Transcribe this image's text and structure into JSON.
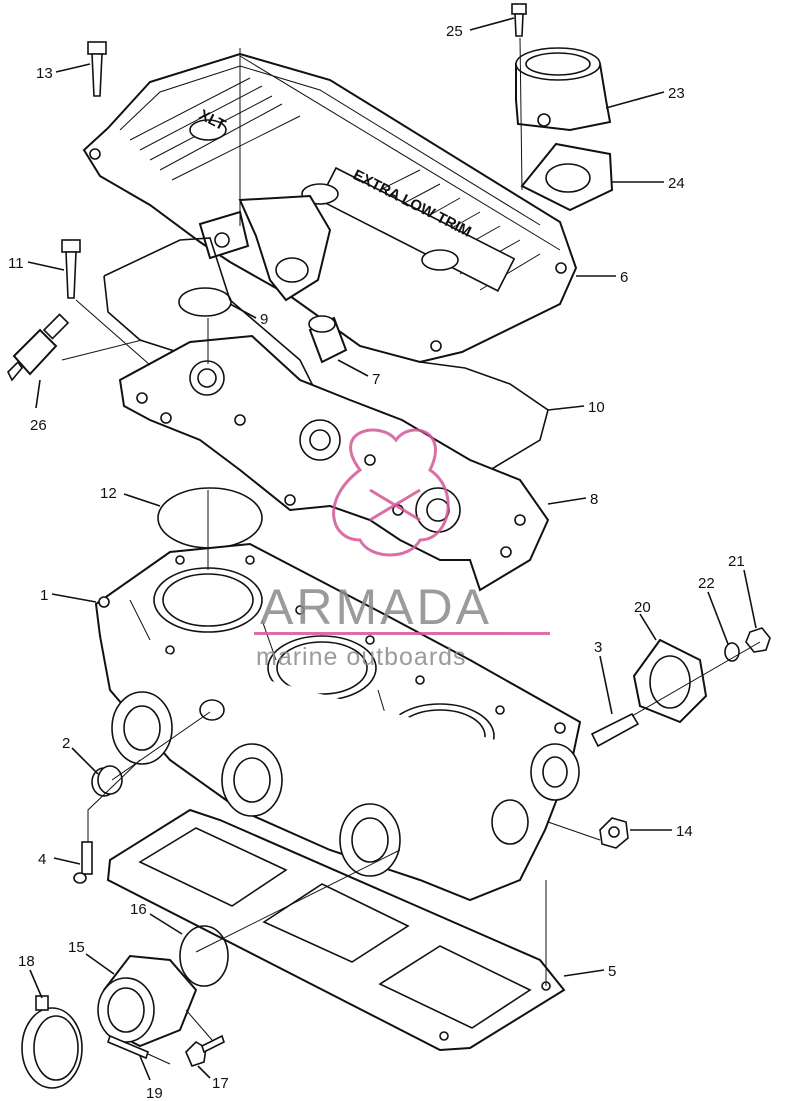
{
  "diagram": {
    "cover_text": "XLT",
    "cover_subtext": "EXTRA LOW TRIM",
    "callouts": [
      "1",
      "2",
      "3",
      "4",
      "5",
      "6",
      "7",
      "8",
      "9",
      "10",
      "11",
      "12",
      "13",
      "14",
      "15",
      "16",
      "17",
      "18",
      "19",
      "20",
      "21",
      "22",
      "23",
      "24",
      "25",
      "26"
    ]
  },
  "watermark": {
    "brand": "ARMADA",
    "tagline": "marine outboards",
    "logo_color": "#d4569a"
  }
}
